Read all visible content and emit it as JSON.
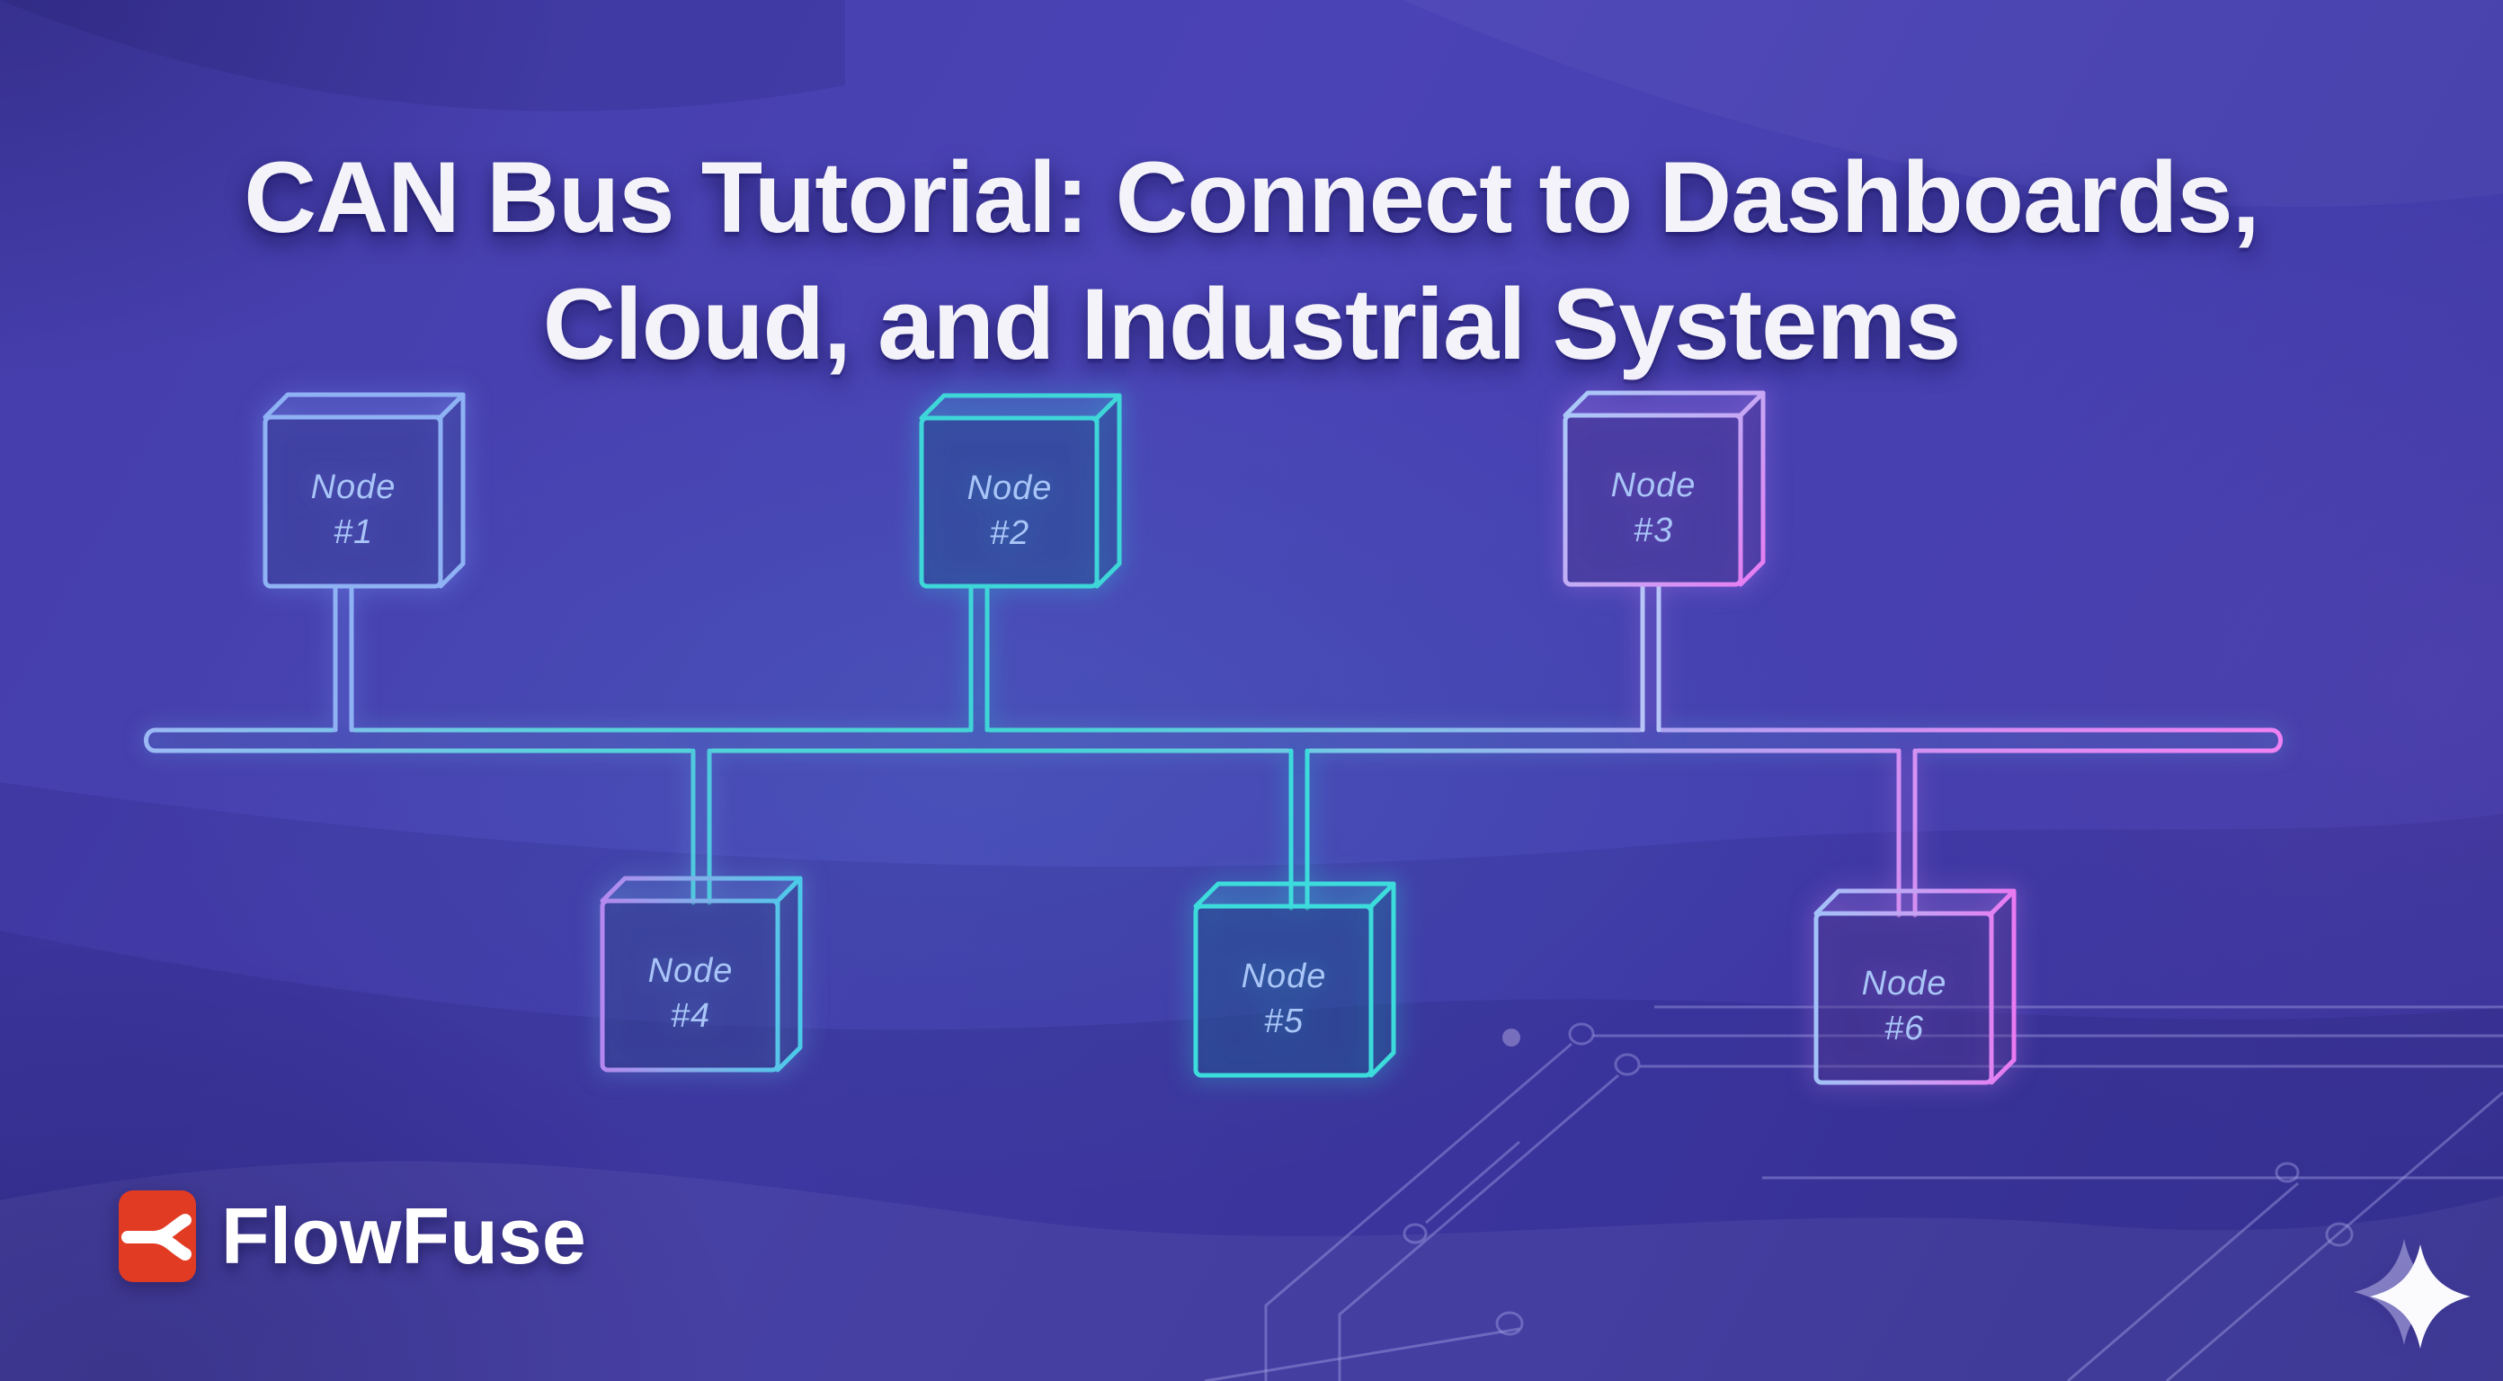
{
  "title": {
    "line1": "CAN Bus Tutorial: Connect to Dashboards,",
    "line2": "Cloud, and Industrial Systems"
  },
  "diagram": {
    "kind": "CAN bus topology",
    "bus_rows": {
      "top": [
        "#1",
        "#2",
        "#3"
      ],
      "bottom": [
        "#4",
        "#5",
        "#6"
      ]
    }
  },
  "nodes": [
    {
      "label": "Node",
      "id": "#1",
      "row": "top",
      "theme": "blue"
    },
    {
      "label": "Node",
      "id": "#2",
      "row": "top",
      "theme": "teal"
    },
    {
      "label": "Node",
      "id": "#3",
      "row": "top",
      "theme": "blue-pink"
    },
    {
      "label": "Node",
      "id": "#4",
      "row": "bottom",
      "theme": "violet-cyan"
    },
    {
      "label": "Node",
      "id": "#5",
      "row": "bottom",
      "theme": "teal"
    },
    {
      "label": "Node",
      "id": "#6",
      "row": "bottom",
      "theme": "blue-pink"
    }
  ],
  "brand": {
    "name": "FlowFuse"
  },
  "icons": {
    "brand_icon": "flowfuse-branch-icon",
    "decor_icon": "sparkle-icon"
  },
  "colors": {
    "background": "#4a43b6",
    "title_text": "#f4f3fa",
    "node_label": "#a9c5f8",
    "node_blue": "#8fb2f4",
    "node_teal": "#3ed6d8",
    "node_pink": "#e87af2",
    "node_violet": "#b588ef",
    "bus_left": "#9cb9f5",
    "bus_mid": "#43d4d4",
    "bus_right": "#ee82f4",
    "logo_red": "#e23b24",
    "logo_text": "#ffffff",
    "circuit_trace": "#a8a5e6"
  }
}
